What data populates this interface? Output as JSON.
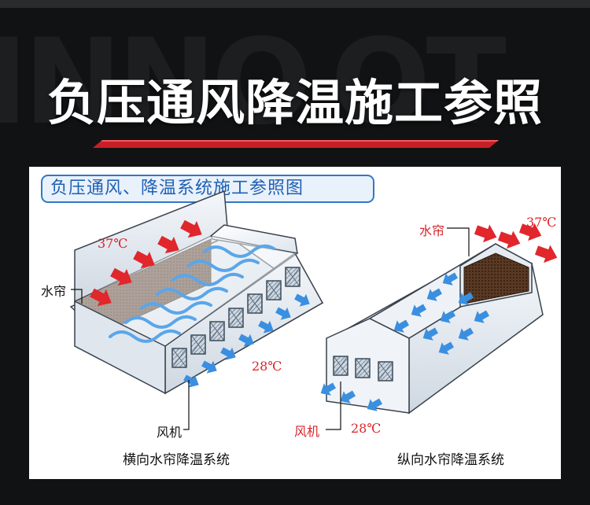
{
  "page": {
    "headline": "负压通风降温施工参照",
    "background_color": "#111213",
    "accent_red": "#d8232a",
    "arrow_blue": "#3a8fe0"
  },
  "diagram": {
    "title": "负压通风、降温系统施工参照图",
    "left_scene": {
      "temp_outside": "37℃",
      "temp_inside": "28℃",
      "curtain_label": "水帘",
      "fan_label": "风机",
      "caption": "横向水帘降温系统"
    },
    "right_scene": {
      "temp_outside": "37℃",
      "temp_inside": "28℃",
      "curtain_label": "水帘",
      "fan_label": "风机",
      "caption": "纵向水帘降温系统"
    }
  }
}
